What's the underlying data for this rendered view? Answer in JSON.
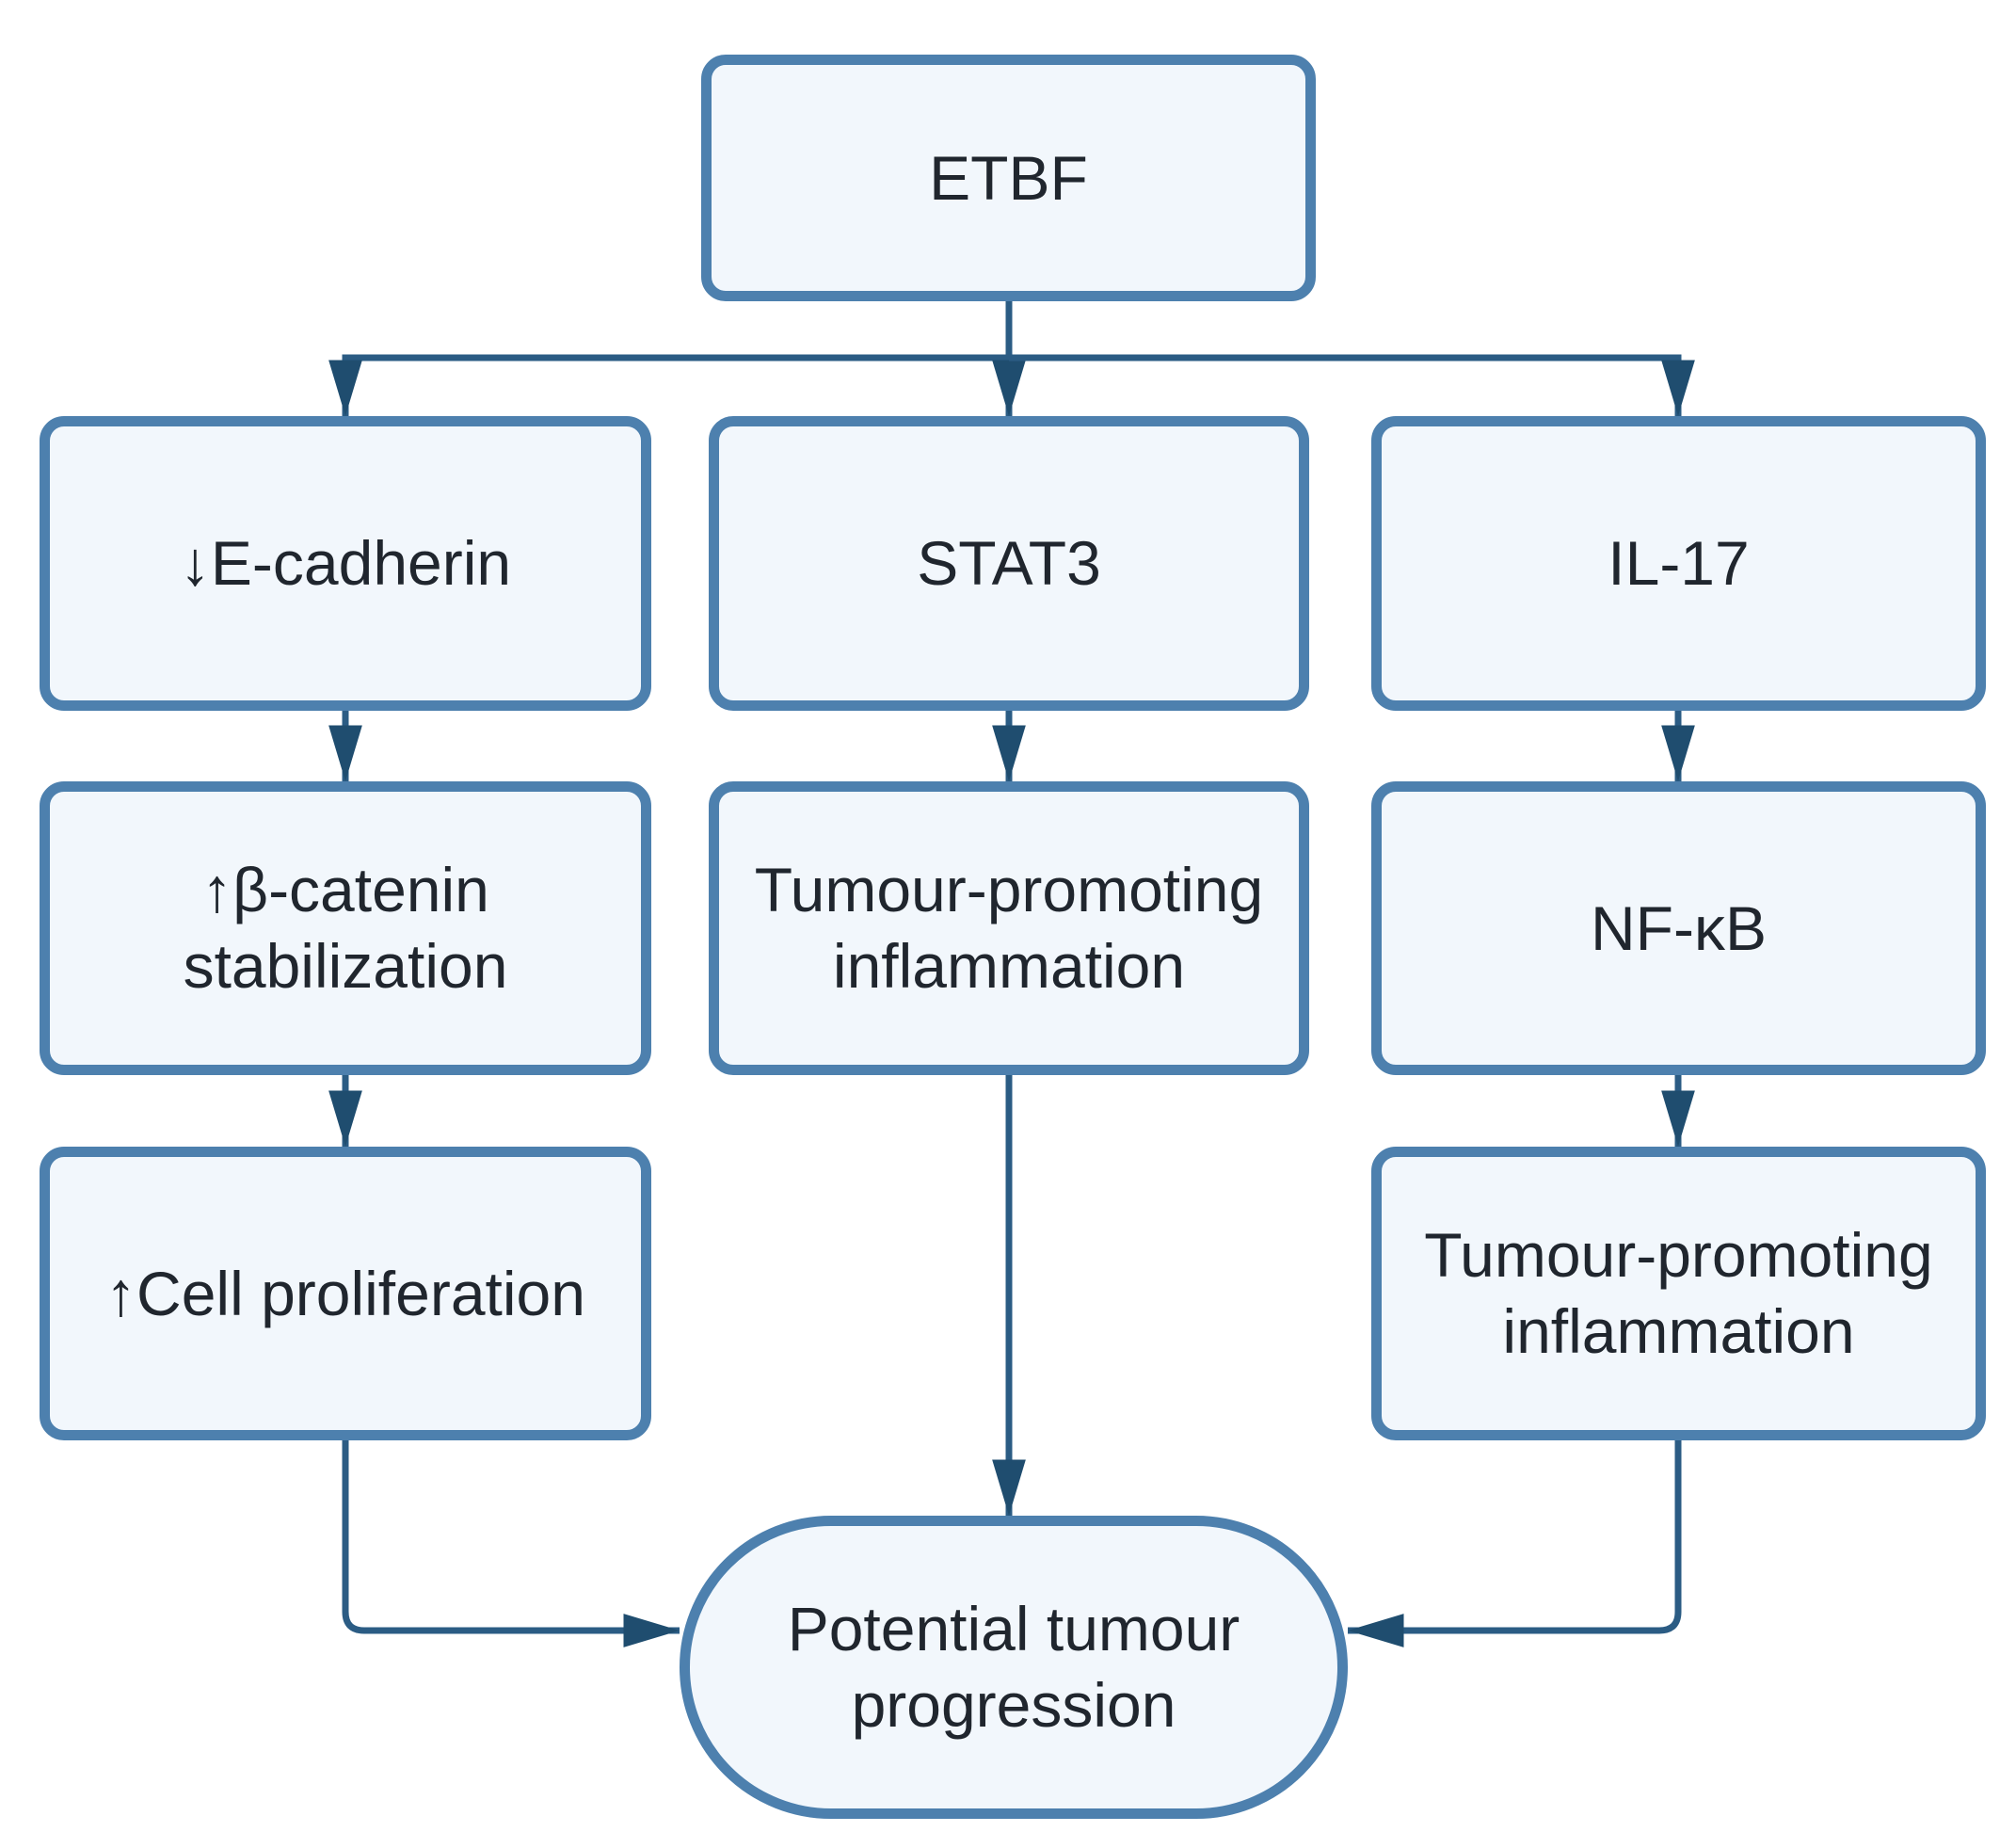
{
  "diagram": {
    "nodes": {
      "etbf": {
        "label": "ETBF"
      },
      "e_cadherin": {
        "label": "↓E-cadherin"
      },
      "stat3": {
        "label": "STAT3"
      },
      "il17": {
        "label": "IL-17"
      },
      "b_catenin": {
        "label": "↑β-catenin stabilization"
      },
      "tpi_mid": {
        "label": "Tumour-promoting inflammation"
      },
      "nfkb": {
        "label": "NF-κB"
      },
      "cell_proliferation": {
        "label": "↑Cell proliferation"
      },
      "tpi_right": {
        "label": "Tumour-promoting inflammation"
      },
      "progression": {
        "label": "Potential tumour progression"
      }
    },
    "edges": [
      {
        "from": "etbf",
        "to": "e_cadherin"
      },
      {
        "from": "etbf",
        "to": "stat3"
      },
      {
        "from": "etbf",
        "to": "il17"
      },
      {
        "from": "e_cadherin",
        "to": "b_catenin"
      },
      {
        "from": "stat3",
        "to": "tpi_mid"
      },
      {
        "from": "il17",
        "to": "nfkb"
      },
      {
        "from": "b_catenin",
        "to": "cell_proliferation"
      },
      {
        "from": "nfkb",
        "to": "tpi_right"
      },
      {
        "from": "tpi_mid",
        "to": "progression"
      },
      {
        "from": "cell_proliferation",
        "to": "progression"
      },
      {
        "from": "tpi_right",
        "to": "progression"
      }
    ]
  },
  "colors": {
    "background": "#ffffff",
    "node_border": "#4d80ae",
    "node_fill": "#f2f7fc",
    "connector": "#2b5c84",
    "arrowhead": "#1f4d6f",
    "text": "#20262e"
  }
}
